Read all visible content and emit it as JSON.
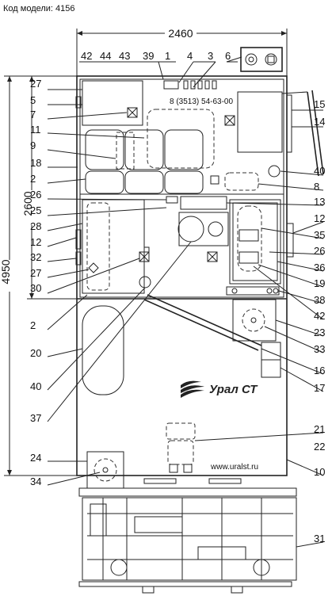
{
  "header": {
    "model_caption": "Код модели: 4156"
  },
  "dimensions": {
    "width": "2460",
    "body_height": "2600",
    "total_height": "4950"
  },
  "top_callouts": [
    "42",
    "44",
    "43",
    "39",
    "1",
    "4",
    "3",
    "6"
  ],
  "left_callouts": [
    "27",
    "5",
    "7",
    "11",
    "9",
    "18",
    "2",
    "26",
    "25",
    "28",
    "12",
    "32",
    "27",
    "30",
    "2",
    "20",
    "40",
    "37",
    "24",
    "34"
  ],
  "right_callouts": [
    "15",
    "14",
    "40",
    "8",
    "13",
    "12",
    "35",
    "26",
    "36",
    "19",
    "38",
    "42",
    "23",
    "33",
    "16",
    "17",
    "21",
    "22",
    "10",
    "31"
  ],
  "phone": "8 (3513) 54-63-00",
  "brand_name": "Урал СТ",
  "website": "www.uralst.ru"
}
